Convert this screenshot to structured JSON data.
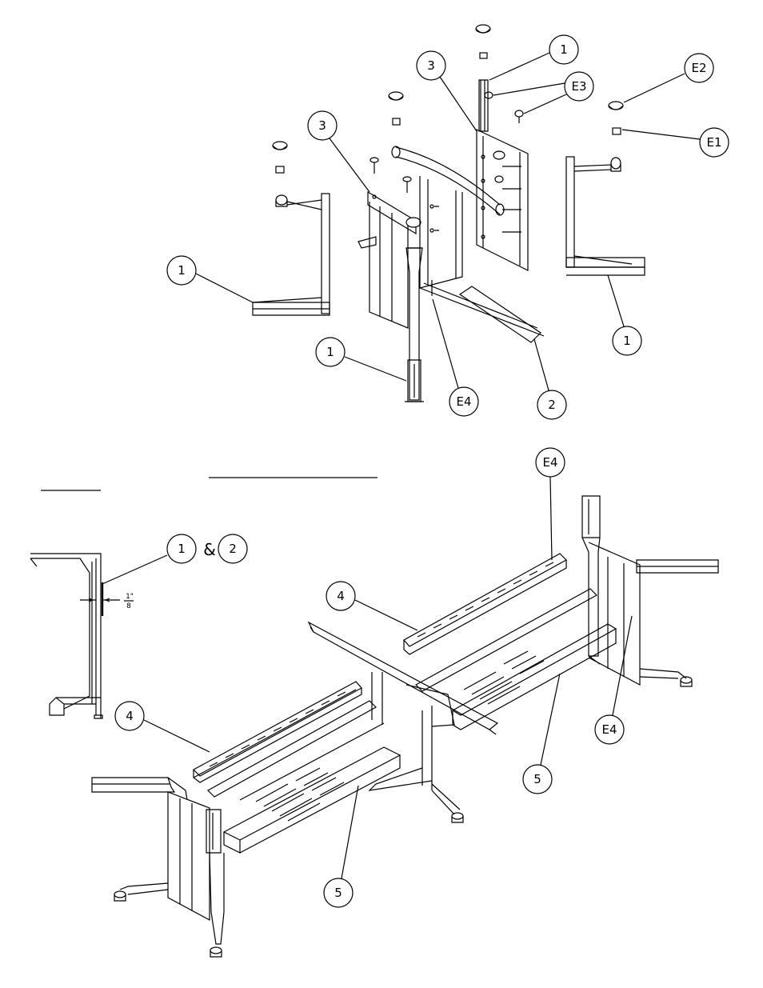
{
  "labels": {
    "top_1a": "1",
    "top_3a": "3",
    "top_e3": "E3",
    "top_e2": "E2",
    "top_e1": "E1",
    "top_3b": "3",
    "top_1b": "1",
    "top_1c": "1",
    "top_1d": "1",
    "top_e4": "E4",
    "top_2": "2",
    "detail_1": "1",
    "detail_amp": "&",
    "detail_2": "2",
    "detail_dim_num": "1\"",
    "detail_dim_den": "8",
    "bot_e4a": "E4",
    "bot_4a": "4",
    "bot_4b": "4",
    "bot_e4b": "E4",
    "bot_5a": "5",
    "bot_5b": "5"
  },
  "colors": {
    "ink": "#000000",
    "paper": "#ffffff"
  }
}
